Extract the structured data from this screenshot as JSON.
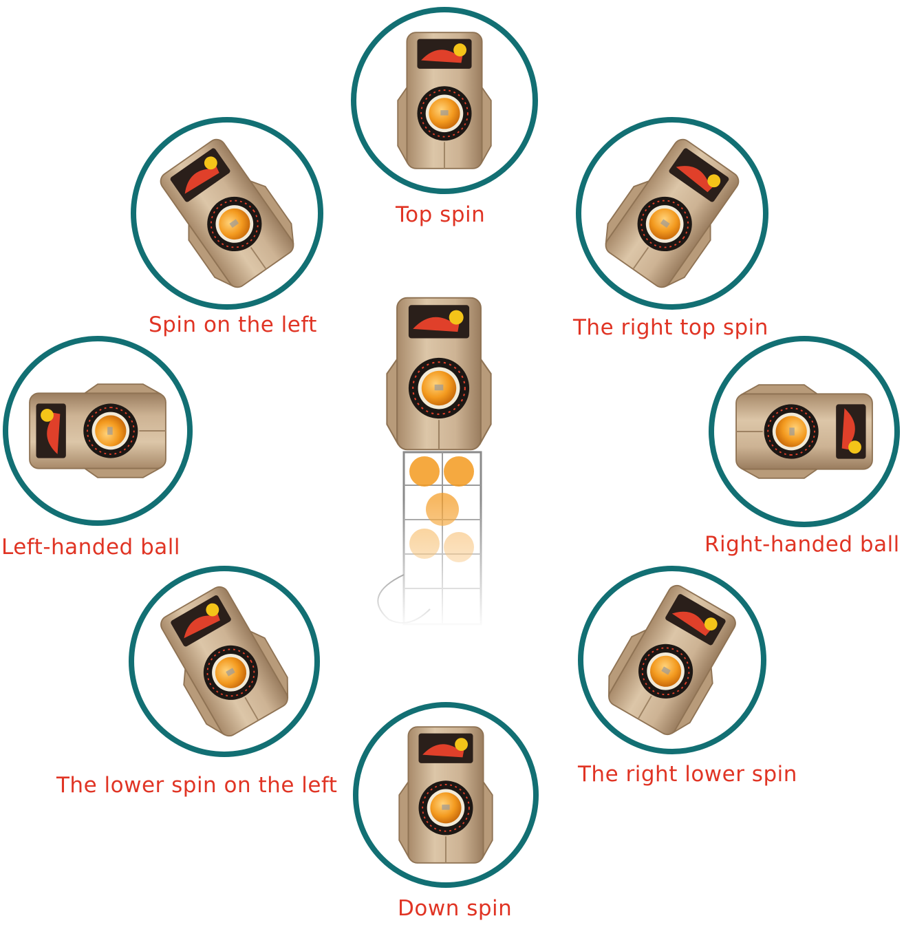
{
  "colors": {
    "ring": "#126f73",
    "label": "#e03424",
    "body": "#c9ae8e",
    "ball": "#f39a1f"
  },
  "positions": [
    {
      "key": "top",
      "label": "Top spin",
      "rotation": 0,
      "orientation": "vertical"
    },
    {
      "key": "right_top",
      "label": "The right top spin",
      "rotation": 35,
      "orientation": "vertical"
    },
    {
      "key": "right",
      "label": "Right-handed ball",
      "rotation": 90,
      "orientation": "horizontal"
    },
    {
      "key": "right_lower",
      "label": "The right lower spin",
      "rotation": 30,
      "orientation": "vertical"
    },
    {
      "key": "down",
      "label": "Down spin",
      "rotation": 0,
      "orientation": "vertical"
    },
    {
      "key": "left_lower",
      "label": "The lower spin on the left",
      "rotation": -30,
      "orientation": "vertical"
    },
    {
      "key": "left",
      "label": "Left-handed ball",
      "rotation": -90,
      "orientation": "horizontal"
    },
    {
      "key": "left_top",
      "label": "Spin on the left",
      "rotation": -35,
      "orientation": "vertical"
    }
  ]
}
